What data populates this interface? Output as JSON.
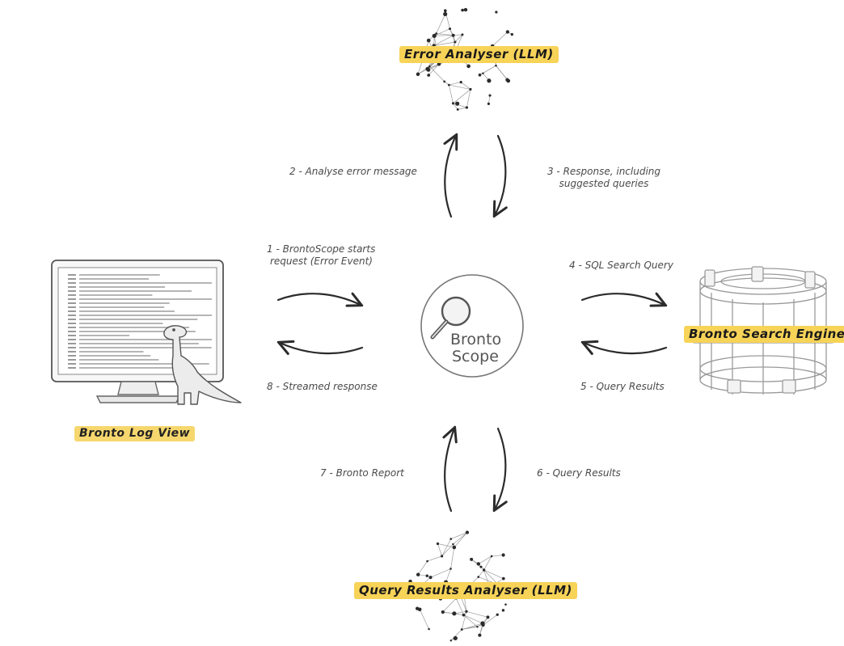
{
  "nodes": {
    "error_analyser": "Error Analyser (LLM)",
    "query_results_analyser": "Query Results Analyser (LLM)",
    "bronto_log_view": "Bronto Log View",
    "bronto_search_engine": "Bronto Search Engine",
    "brontoscope_line1": "Bronto",
    "brontoscope_line2": "Scope"
  },
  "steps": {
    "s1_line1": "1 - BrontoScope starts",
    "s1_line2": "request (Error Event)",
    "s2": "2 - Analyse error message",
    "s3_line1": "3 - Response, including",
    "s3_line2": "suggested queries",
    "s4": "4 - SQL Search Query",
    "s5": "5 - Query Results",
    "s6": "6 - Query Results",
    "s7": "7 -  Bronto Report",
    "s8": "8 - Streamed response"
  },
  "colors": {
    "highlight": "#f7d358",
    "ink": "#2b2b2b"
  }
}
